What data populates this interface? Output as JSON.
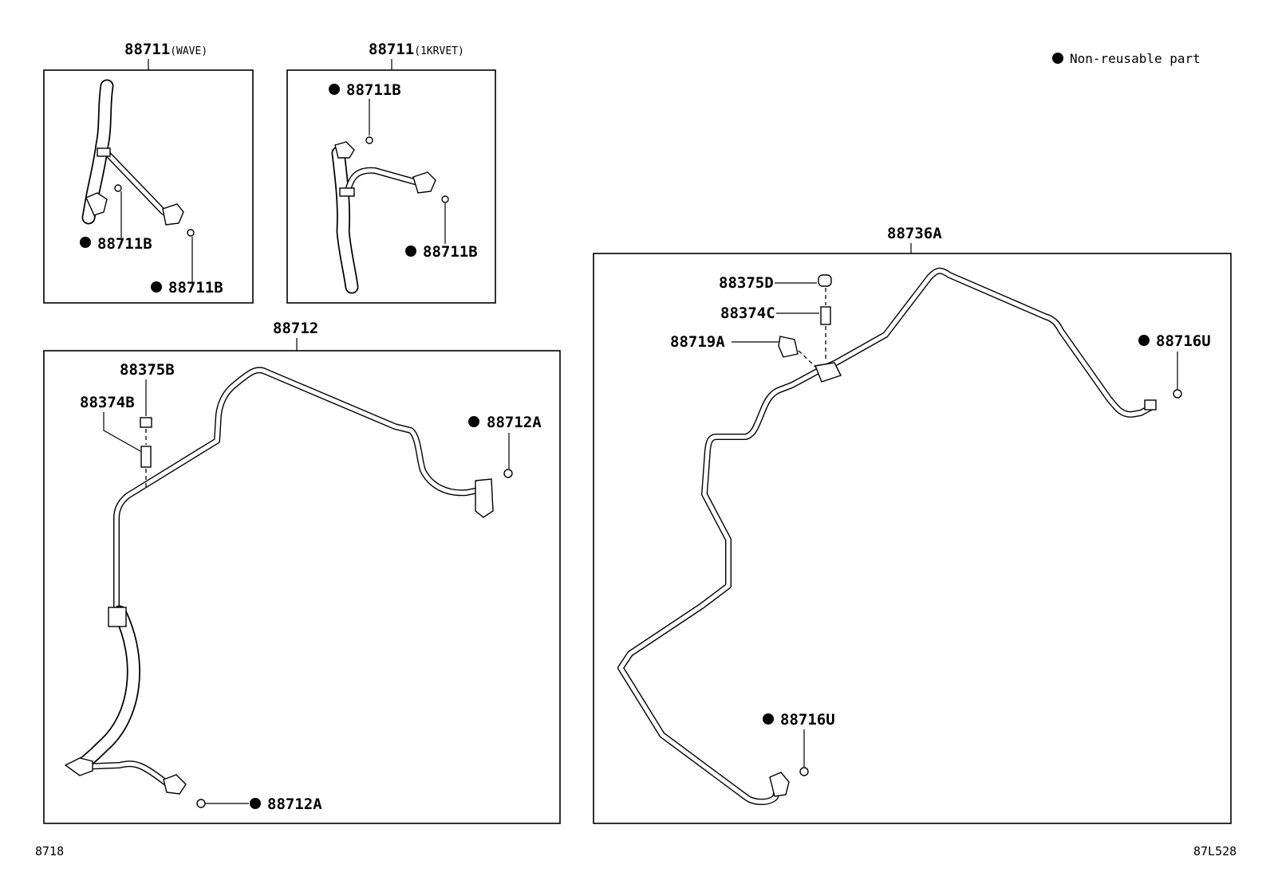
{
  "legend": {
    "symbol": "black-dot-icon",
    "text": "Non-reusable part"
  },
  "footer": {
    "left_code": "8718",
    "right_code": "87L528"
  },
  "groups": {
    "wave": {
      "title": "88711",
      "variant": "(WAVE)",
      "labels": {
        "b1": "88711B",
        "b2": "88711B"
      }
    },
    "krvet": {
      "title": "88711",
      "variant": "(1KRVET)",
      "labels": {
        "b1": "88711B",
        "b2": "88711B"
      }
    },
    "discharge": {
      "title": "88712",
      "labels": {
        "cap": "88375B",
        "valve": "88374B",
        "a1": "88712A",
        "a2": "88712A"
      }
    },
    "liquid": {
      "title": "88736A",
      "labels": {
        "cap": "88375D",
        "valve": "88374C",
        "sensor": "88719A",
        "u1": "88716U",
        "u2": "88716U"
      }
    }
  }
}
